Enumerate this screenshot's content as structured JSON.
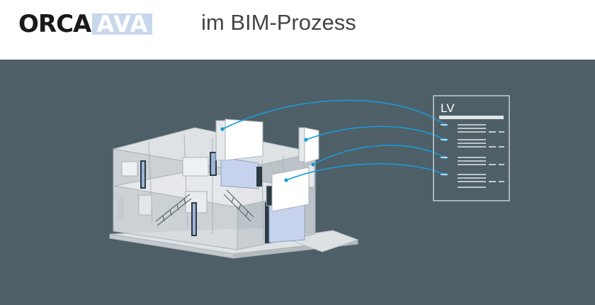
{
  "header": {
    "logo_orca": "ORCA",
    "logo_ava": "AVA",
    "subtitle": "im BIM-Prozess"
  },
  "document": {
    "label": "LV"
  },
  "colors": {
    "panel_bg": "#4f5f67",
    "accent_blue": "#1a9ad6",
    "logo_light_blue": "#c9d7ec",
    "highlight_panel": "#c7d3ec"
  }
}
